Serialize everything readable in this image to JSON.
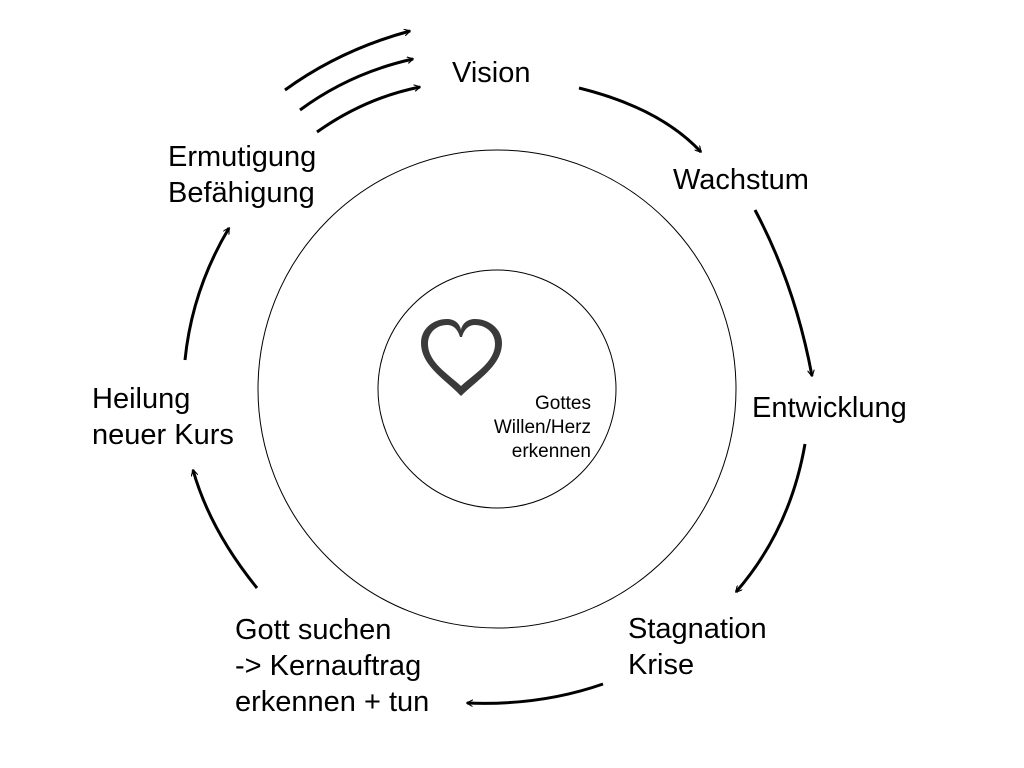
{
  "diagram": {
    "center": {
      "icon": "heart-icon",
      "lines": [
        "Gottes",
        "Willen/Herz",
        "erkennen"
      ]
    },
    "stages": [
      {
        "id": "vision",
        "lines": [
          "Vision"
        ]
      },
      {
        "id": "wachstum",
        "lines": [
          "Wachstum"
        ]
      },
      {
        "id": "entwicklung",
        "lines": [
          "Entwicklung"
        ]
      },
      {
        "id": "stagnation",
        "lines": [
          "Stagnation",
          "Krise"
        ]
      },
      {
        "id": "gott-suchen",
        "lines": [
          "Gott suchen",
          "-> Kernauftrag",
          "erkennen + tun"
        ]
      },
      {
        "id": "heilung",
        "lines": [
          "Heilung",
          "neuer Kurs"
        ]
      },
      {
        "id": "ermutigung",
        "lines": [
          "Ermutigung",
          "Befähigung"
        ]
      }
    ],
    "colors": {
      "stroke": "#000000",
      "heart": "#3a3a3a",
      "background": "#ffffff"
    }
  }
}
